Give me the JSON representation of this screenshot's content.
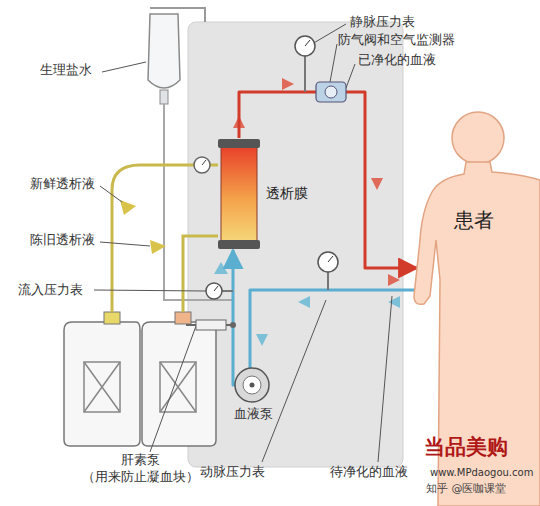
{
  "diagram": {
    "nodes": [
      {
        "text": [
          "透析膜"
        ]
      },
      {
        "text": [
          "患者"
        ]
      }
    ],
    "edges": [
      {
        "from": 0,
        "to": 1,
        "arrow": "to"
      },
      {
        "from": 1,
        "to": 0,
        "arrow": "to"
      }
    ],
    "labels": [
      "生理盐水",
      "静脉压力表",
      "防气阀和空气监测器",
      "已净化的血液",
      "新鲜透析液",
      "陈旧透析液",
      "流入压力表",
      "肝素泵 （用来防止凝血块）",
      "动脉压力表",
      "待净化的血液",
      "血液泵",
      "当品美购",
      "www.MPdaogou.com",
      "知乎 @医咖课堂"
    ]
  }
}
